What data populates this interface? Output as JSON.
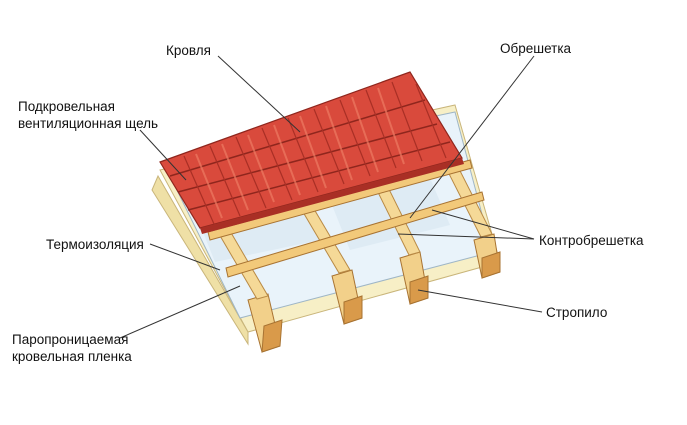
{
  "labels": {
    "roof": "Кровля",
    "battens": "Обрешетка",
    "vent_gap_line1": "Подкровельная",
    "vent_gap_line2": "вентиляционная щель",
    "insulation": "Термоизоляция",
    "counter_battens": "Контробрешетка",
    "rafter": "Стропило",
    "membrane_line1": "Паропроницаемая",
    "membrane_line2": "кровельная пленка"
  },
  "colors": {
    "tile": "#d94a3c",
    "tile_dark": "#a92f25",
    "tile_light": "#ec7a62",
    "wood": "#f2d08a",
    "wood_dark": "#c88d3f",
    "rafter_end": "#d99a4a",
    "membrane": "#e9f3fa",
    "insulation": "#f7efc6",
    "leader": "#333333"
  }
}
